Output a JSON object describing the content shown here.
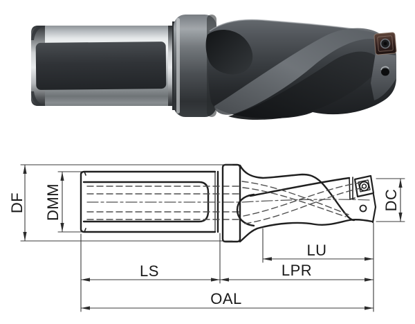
{
  "drawing": {
    "dimension_labels": {
      "df": "DF",
      "dmm": "DMM",
      "dc": "DC",
      "lu": "LU",
      "ls": "LS",
      "lpr": "LPR",
      "oal": "OAL"
    }
  },
  "colors": {
    "background": "#ffffff",
    "outline": "#1f1f1f",
    "dimension_line": "#3a3a3a",
    "hidden_line": "#4f4f4f",
    "label_text": "#1a1a1a",
    "photo_metal_light": "#eceeef",
    "photo_metal_dark": "#2a2d30",
    "insert_brown": "#3a2a26"
  }
}
